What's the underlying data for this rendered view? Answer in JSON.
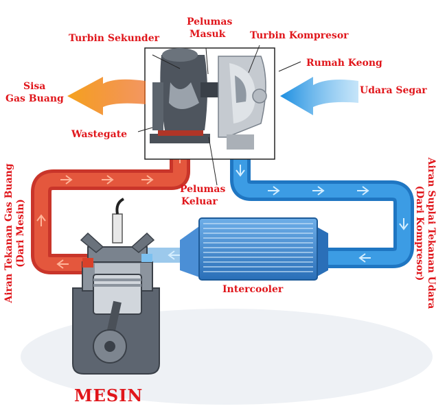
{
  "labels": {
    "turbin_sekunder": "Turbin Sekunder",
    "pelumas_masuk_1": "Pelumas",
    "pelumas_masuk_2": "Masuk",
    "turbin_kompresor": "Turbin Kompresor",
    "rumah_keong": "Rumah Keong",
    "sisa_1": "Sisa",
    "sisa_2": "Gas Buang",
    "udara_segar": "Udara Segar",
    "wastegate": "Wastegate",
    "pelumas_keluar_1": "Pelumas",
    "pelumas_keluar_2": "Keluar",
    "intercooler": "Intercooler",
    "left_vertical_1": "Airan Tekanan Gas Buang",
    "left_vertical_2": "(Dari Mesin)",
    "right_vertical_1": "Airan Suplai Tekanan Udara",
    "right_vertical_2": "(Dari Kompresor)",
    "mesin": "MESIN"
  },
  "colors": {
    "label_text": "#e0161b",
    "exhaust_pipe": "#d9412a",
    "intake_pipe": "#2f8fd8",
    "exhaust_arrow": "#f07d1e",
    "fresh_air_arrow": "#3aa2e6"
  }
}
